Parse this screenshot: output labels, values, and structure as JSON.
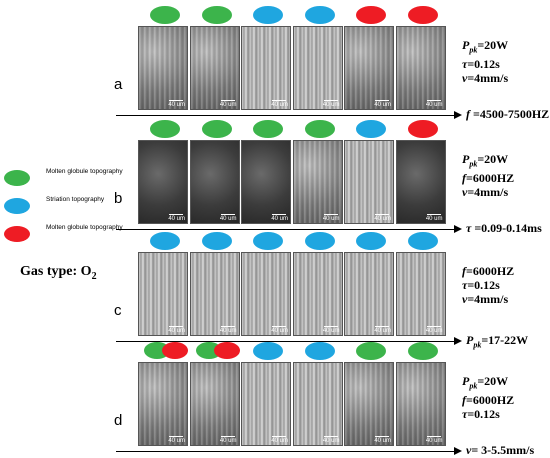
{
  "colors": {
    "green": "#3cb44b",
    "blue": "#1fa6e0",
    "red": "#ee1c24"
  },
  "rows": [
    {
      "letter": "a",
      "dots": [
        "green",
        "green",
        "blue",
        "blue",
        "red",
        "red"
      ],
      "panel_styles": [
        "normal",
        "normal",
        "striation",
        "striation",
        "normal",
        "normal"
      ],
      "scale": "40 um",
      "params": [
        "Ppk=20W",
        "τ=0.12s",
        "ν=4mm/s"
      ],
      "axis_label": "f =4500-7500HZ"
    },
    {
      "letter": "b",
      "dots": [
        "green",
        "green",
        "green",
        "green",
        "blue",
        "red"
      ],
      "panel_styles": [
        "dark",
        "dark",
        "dark",
        "normal",
        "striation",
        "dark"
      ],
      "scale": "40 um",
      "params": [
        "Ppk=20W",
        "f=6000HZ",
        "ν=4mm/s"
      ],
      "axis_label": "τ =0.09-0.14ms"
    },
    {
      "letter": "c",
      "dots": [
        "blue",
        "blue",
        "blue",
        "blue",
        "blue",
        "blue"
      ],
      "panel_styles": [
        "striation",
        "striation",
        "striation",
        "striation",
        "striation",
        "striation"
      ],
      "scale": "40 um",
      "params": [
        "f=6000HZ",
        "τ=0.12s",
        "ν=4mm/s"
      ],
      "axis_label": "Ppk=17-22W"
    },
    {
      "letter": "d",
      "dots": [
        "green+red",
        "green+red",
        "blue",
        "blue",
        "green",
        "green"
      ],
      "panel_styles": [
        "normal",
        "normal",
        "striation",
        "striation",
        "normal",
        "normal"
      ],
      "scale": "40 um",
      "params": [
        "Ppk=20W",
        "f=6000HZ",
        "τ=0.12s"
      ],
      "axis_label": "ν= 3-5.5mm/s"
    }
  ],
  "legend": [
    {
      "color": "green",
      "label": "Molten globule topography"
    },
    {
      "color": "blue",
      "label": "Striation topography"
    },
    {
      "color": "red",
      "label": "Molten globule topography"
    }
  ],
  "gas_type": "Gas type: O2"
}
